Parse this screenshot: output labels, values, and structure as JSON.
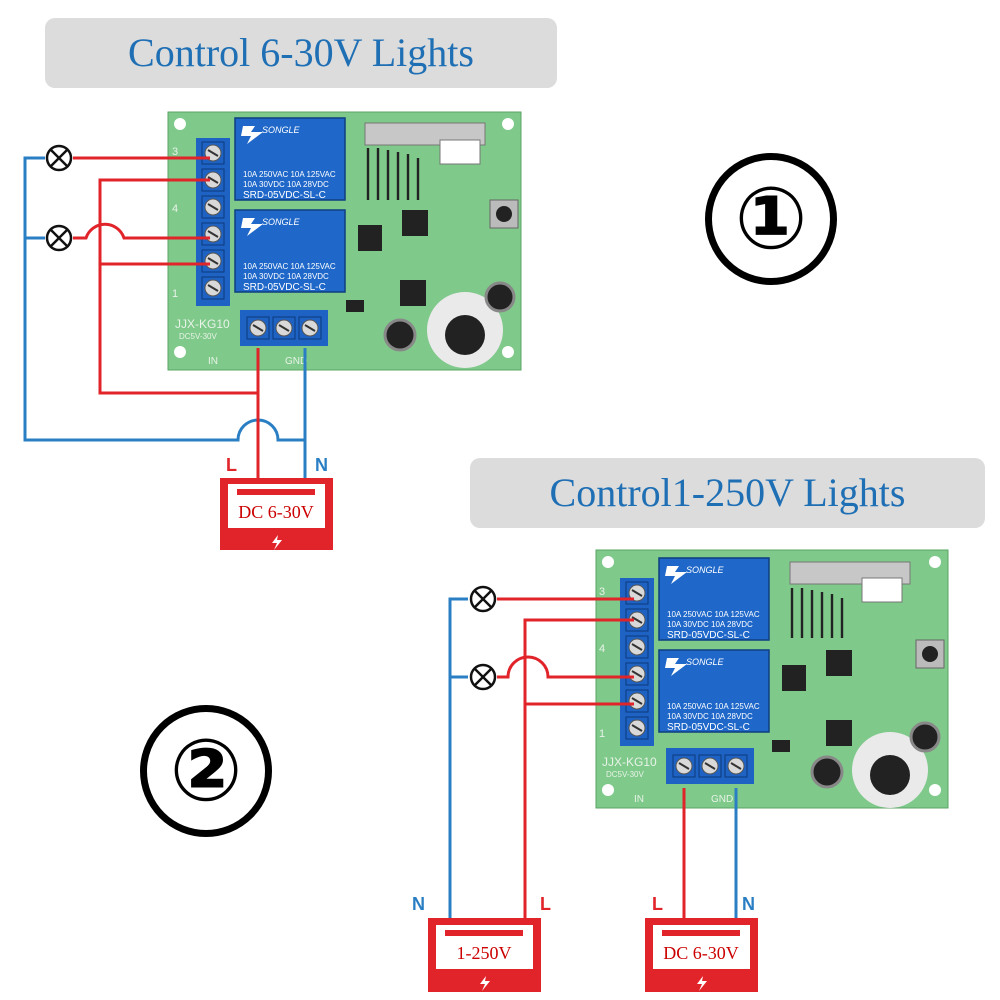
{
  "titles": {
    "top": "Control 6-30V Lights",
    "bottom": "Control1-250V Lights"
  },
  "markers": {
    "one": "①",
    "two": "②"
  },
  "board": {
    "model": "JJX-KG10",
    "voltage": "DC5V-30V",
    "in_label": "IN",
    "gnd_label": "GND",
    "terminal_numbers": [
      "3",
      "4",
      "1"
    ]
  },
  "relay": {
    "brand": "SONGLE",
    "rating_line1": "10A 250VAC  10A 125VAC",
    "rating_line2": "10A 30VDC  10A 28VDC",
    "model": "SRD-05VDC-SL-C"
  },
  "supplies": {
    "dc_label": "DC 6-30V",
    "ac_label": "1-250V"
  },
  "wire_labels": {
    "live": "L",
    "neutral": "N"
  },
  "colors": {
    "live_wire": "#e0242a",
    "neutral_wire": "#2a7fc4",
    "pcb": "#7fc98a",
    "relay": "#1f68c9",
    "supply": "#e0242a",
    "title": "#1f6fb5"
  }
}
